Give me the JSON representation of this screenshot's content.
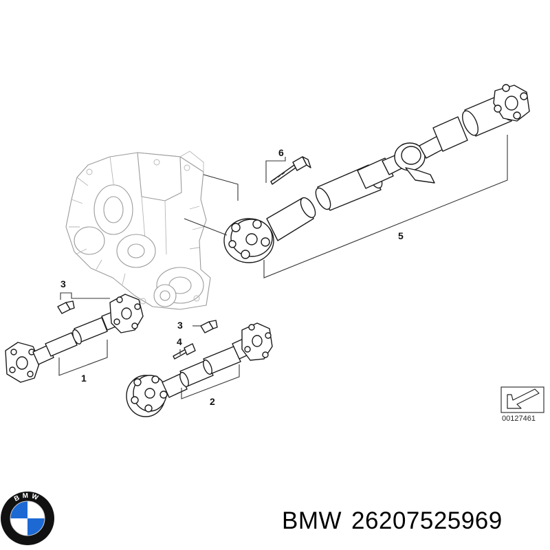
{
  "callouts": {
    "c1": "1",
    "c2": "2",
    "c3a": "3",
    "c3b": "3",
    "c4": "4",
    "c5": "5",
    "c6": "6"
  },
  "reference_code": "00127461",
  "caption": {
    "brand": "BMW",
    "part_number": "26207525969"
  },
  "logo": {
    "text": "BMW",
    "colors": {
      "ring": "#111111",
      "blue": "#1c69d4",
      "white": "#ffffff"
    }
  }
}
